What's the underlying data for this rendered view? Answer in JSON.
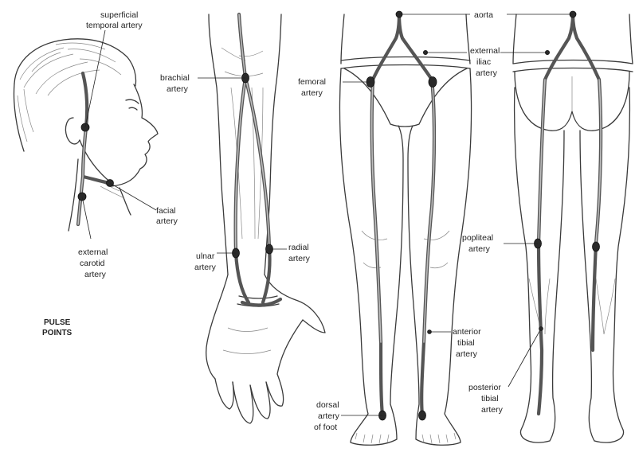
{
  "title": {
    "line1": "PULSE",
    "line2": "POINTS"
  },
  "labels": {
    "superficial_temporal_1": "superficial",
    "superficial_temporal_2": "temporal artery",
    "facial_1": "facial",
    "facial_2": "artery",
    "external_carotid_1": "external",
    "external_carotid_2": "carotid",
    "external_carotid_3": "artery",
    "brachial_1": "brachial",
    "brachial_2": "artery",
    "ulnar_1": "ulnar",
    "ulnar_2": "artery",
    "radial_1": "radial",
    "radial_2": "artery",
    "femoral_1": "femoral",
    "femoral_2": "artery",
    "aorta": "aorta",
    "external_iliac_1": "external",
    "external_iliac_2": "iliac",
    "external_iliac_3": "artery",
    "popliteal_1": "popliteal",
    "popliteal_2": "artery",
    "anterior_tibial_1": "anterior",
    "anterior_tibial_2": "tibial",
    "anterior_tibial_3": "artery",
    "posterior_tibial_1": "posterior",
    "posterior_tibial_2": "tibial",
    "posterior_tibial_3": "artery",
    "dorsal_1": "dorsal",
    "dorsal_2": "artery",
    "dorsal_3": "of foot"
  }
}
